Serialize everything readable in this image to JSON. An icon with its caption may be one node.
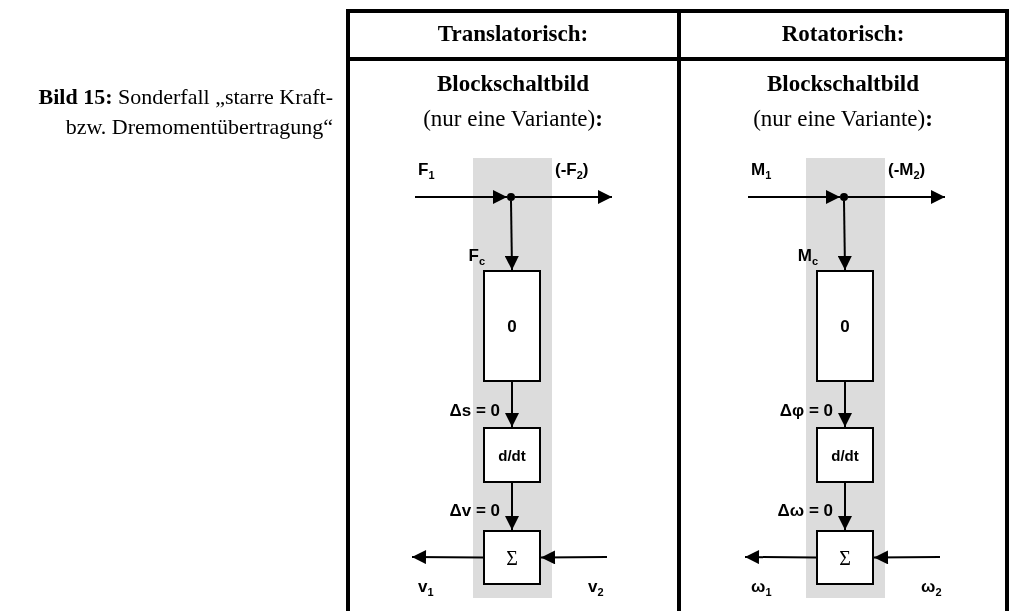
{
  "diagram": {
    "caption": "**Bild 15:** Sonderfall „starre Kraft- bzw. Dremomentübertragung“",
    "nodes": [
      {
        "text": [],
        "shape": "circle"
      },
      {
        "text": [
          "0"
        ]
      },
      {
        "text": [
          "d/dt"
        ]
      },
      {
        "text": [
          "Σ"
        ]
      },
      {
        "text": [],
        "shape": "circle"
      },
      {
        "text": [
          "0"
        ]
      },
      {
        "text": [
          "d/dt"
        ]
      },
      {
        "text": [
          "Σ"
        ]
      }
    ],
    "edges": [
      {
        "from": null,
        "to": 0,
        "arrow": "to",
        "label": "F$_{1}$"
      },
      {
        "from": 0,
        "to": null,
        "arrow": "to",
        "label": "(-F$_{2}$)"
      },
      {
        "from": 0,
        "to": 1,
        "arrow": "to",
        "label": "F$_{c}$"
      },
      {
        "from": 1,
        "to": 2,
        "arrow": "to",
        "label": "Δs = 0"
      },
      {
        "from": 2,
        "to": 3,
        "arrow": "to",
        "label": "Δv = 0"
      },
      {
        "from": 3,
        "to": null,
        "arrow": "to",
        "label": "v$_{1}$"
      },
      {
        "from": null,
        "to": 3,
        "arrow": "to",
        "label": "v$_{2}$"
      },
      {
        "from": null,
        "to": 4,
        "arrow": "to",
        "label": "M$_{1}$"
      },
      {
        "from": 4,
        "to": null,
        "arrow": "to",
        "label": "(-M$_{2}$)"
      },
      {
        "from": 4,
        "to": 5,
        "arrow": "to",
        "label": "M$_{c}$"
      },
      {
        "from": 5,
        "to": 6,
        "arrow": "to",
        "label": "Δφ = 0"
      },
      {
        "from": 6,
        "to": 7,
        "arrow": "to",
        "label": "Δω = 0"
      },
      {
        "from": 7,
        "to": null,
        "arrow": "to",
        "label": "ω$_{1}$"
      },
      {
        "from": null,
        "to": 7,
        "arrow": "to",
        "label": "ω$_{2}$"
      }
    ],
    "labels": [
      "Translatorisch:",
      "Rotatorisch:",
      "Blockschaltbild",
      "(nur eine Variante)**:**",
      "Blockschaltbild",
      "(nur eine Variante)**:**"
    ]
  }
}
